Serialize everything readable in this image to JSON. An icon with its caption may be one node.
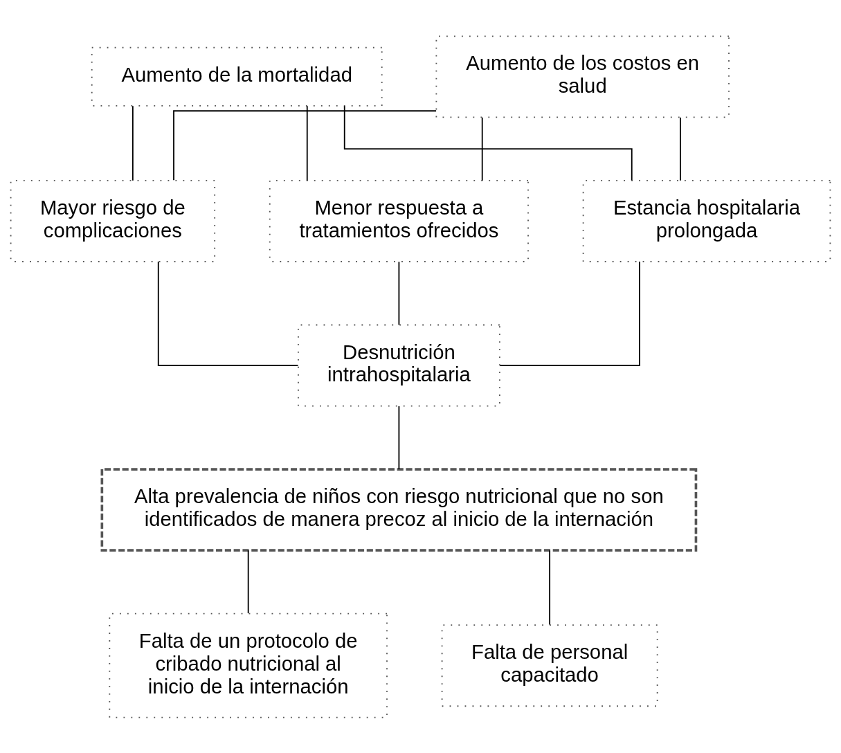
{
  "diagram": {
    "nodes": [
      {
        "text": [
          "Aumento de la mortalidad"
        ]
      },
      {
        "text": [
          "Aumento de los costos en salud"
        ]
      },
      {
        "text": [
          "Mayor riesgo de complicaciones"
        ]
      },
      {
        "text": [
          "Menor respuesta a tratamientos ofrecidos"
        ]
      },
      {
        "text": [
          "Estancia hospitalaria prolongada"
        ]
      },
      {
        "text": [
          "Desnutrición intrahospitalaria"
        ]
      },
      {
        "text": [
          "Alta prevalencia de niños con riesgo nutricional que no son identificados de manera precoz al inicio de la internación"
        ]
      },
      {
        "text": [
          "Falta de un protocolo de cribado nutricional al inicio de la internación"
        ]
      },
      {
        "text": [
          "Falta de personal capacitado"
        ]
      }
    ],
    "edges": [
      {
        "from": 2,
        "to": 0,
        "arrow": "none"
      },
      {
        "from": 2,
        "to": 1,
        "arrow": "none"
      },
      {
        "from": 3,
        "to": 0,
        "arrow": "none"
      },
      {
        "from": 3,
        "to": 1,
        "arrow": "none"
      },
      {
        "from": 4,
        "to": 0,
        "arrow": "none"
      },
      {
        "from": 4,
        "to": 1,
        "arrow": "none"
      },
      {
        "from": 5,
        "to": 2,
        "arrow": "none"
      },
      {
        "from": 5,
        "to": 3,
        "arrow": "none"
      },
      {
        "from": 5,
        "to": 4,
        "arrow": "none"
      },
      {
        "from": 6,
        "to": 5,
        "arrow": "none"
      },
      {
        "from": 7,
        "to": 6,
        "arrow": "none"
      },
      {
        "from": 8,
        "to": 6,
        "arrow": "none"
      }
    ]
  }
}
